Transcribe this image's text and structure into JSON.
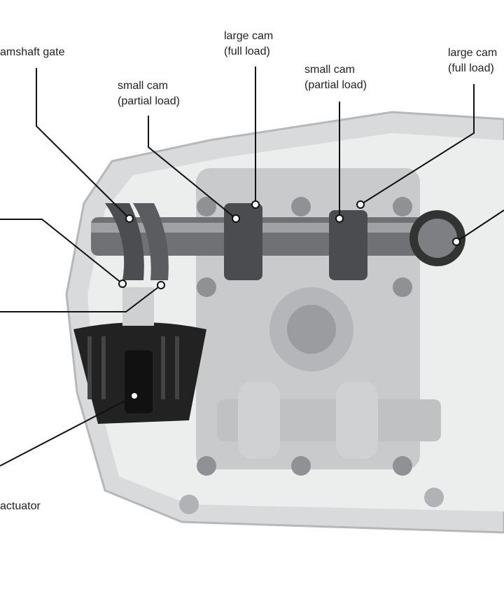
{
  "labels": {
    "camshaft_gate": "amshaft gate",
    "small_cam_1": {
      "line1": "small cam",
      "line2": "(partial load)"
    },
    "large_cam_1": {
      "line1": "large cam",
      "line2": "(full load)"
    },
    "small_cam_2": {
      "line1": "small cam",
      "line2": "(partial load)"
    },
    "large_cam_2": {
      "line1": "large cam",
      "line2": "(full load)"
    },
    "actuator": "actuator"
  },
  "colors": {
    "housing": "#d9dadc",
    "housing_dark": "#a9abae",
    "actuator": "#222222",
    "leader": "#111111"
  }
}
